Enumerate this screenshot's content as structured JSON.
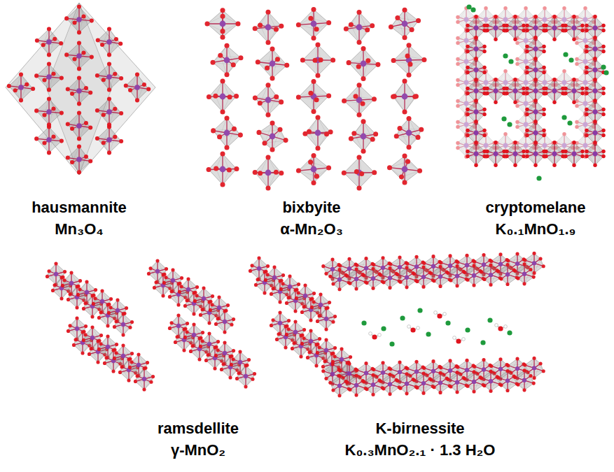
{
  "diagram": {
    "labels": [
      "hausmannite",
      "Mn₃O₄",
      "bixbyite",
      "α-Mn₂O₃",
      "cryptomelane",
      "K₀.₁MnO₁.₉",
      "ramsdellite",
      "γ-MnO₂",
      "K-birnessite",
      "K₀.₃MnO₂.₁ · 1.3 H₂O"
    ]
  }
}
